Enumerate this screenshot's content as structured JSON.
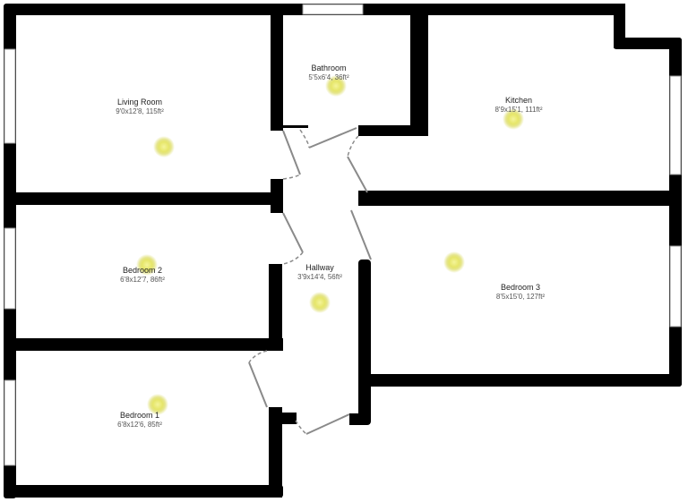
{
  "rooms": [
    {
      "name": "Living Room",
      "dims": "9'0x12'8, 115ft²"
    },
    {
      "name": "Bathroom",
      "dims": "5'5x6'4, 36ft²"
    },
    {
      "name": "Kitchen",
      "dims": "8'9x15'1, 111ft²"
    },
    {
      "name": "Bedroom 2",
      "dims": "6'8x12'7, 86ft²"
    },
    {
      "name": "Hallway",
      "dims": "3'9x14'4, 56ft²"
    },
    {
      "name": "Bedroom 3",
      "dims": "8'5x15'0, 127ft²"
    },
    {
      "name": "Bedroom 1",
      "dims": "6'8x12'6, 85ft²"
    }
  ],
  "colors": {
    "wall": "#000000",
    "light": "#eeee88",
    "door": "#8a8a8a"
  },
  "icons": {
    "light": "ceiling-light-icon"
  }
}
